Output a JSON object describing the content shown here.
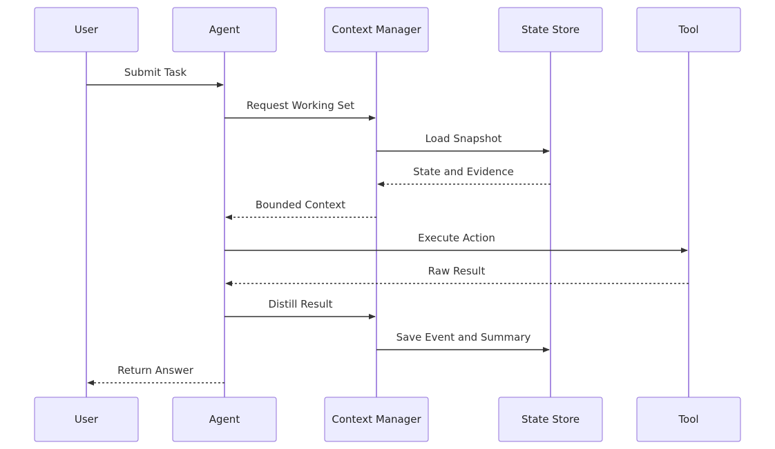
{
  "participants": [
    {
      "id": "user",
      "label": "User"
    },
    {
      "id": "agent",
      "label": "Agent"
    },
    {
      "id": "context_manager",
      "label": "Context Manager"
    },
    {
      "id": "state_store",
      "label": "State Store"
    },
    {
      "id": "tool",
      "label": "Tool"
    }
  ],
  "messages": [
    {
      "from": "user",
      "to": "agent",
      "label": "Submit Task",
      "style": "solid"
    },
    {
      "from": "agent",
      "to": "context_manager",
      "label": "Request Working Set",
      "style": "solid"
    },
    {
      "from": "context_manager",
      "to": "state_store",
      "label": "Load Snapshot",
      "style": "solid"
    },
    {
      "from": "state_store",
      "to": "context_manager",
      "label": "State and Evidence",
      "style": "dashed"
    },
    {
      "from": "context_manager",
      "to": "agent",
      "label": "Bounded Context",
      "style": "dashed"
    },
    {
      "from": "agent",
      "to": "tool",
      "label": "Execute Action",
      "style": "solid"
    },
    {
      "from": "tool",
      "to": "agent",
      "label": "Raw Result",
      "style": "dashed"
    },
    {
      "from": "agent",
      "to": "context_manager",
      "label": "Distill Result",
      "style": "solid"
    },
    {
      "from": "context_manager",
      "to": "state_store",
      "label": "Save Event and Summary",
      "style": "solid"
    },
    {
      "from": "agent",
      "to": "user",
      "label": "Return Answer",
      "style": "dashed"
    }
  ],
  "colors": {
    "actor_fill": "#ECECFF",
    "actor_border": "#9370DB",
    "lifeline": "#9370DB",
    "message_line": "#333333",
    "text": "#222222"
  }
}
